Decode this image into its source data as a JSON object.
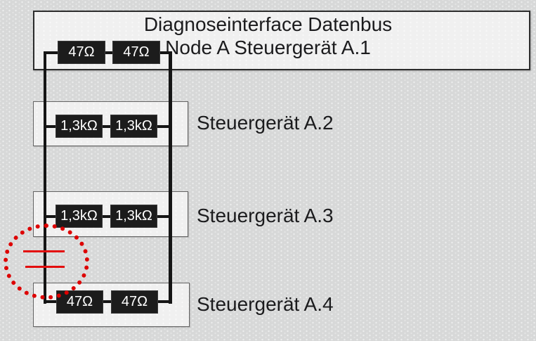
{
  "diagram": {
    "bus_title": "Diagnoseinterface Datenbus",
    "nodes": [
      {
        "name": "Node A Steuergerät A.1",
        "resistors": [
          "47Ω",
          "47Ω"
        ]
      },
      {
        "name": "Steuergerät A.2",
        "resistors": [
          "1,3kΩ",
          "1,3kΩ"
        ]
      },
      {
        "name": "Steuergerät A.3",
        "resistors": [
          "1,3kΩ",
          "1,3kΩ"
        ]
      },
      {
        "name": "Steuergerät A.4",
        "resistors": [
          "47Ω",
          "47Ω"
        ]
      }
    ],
    "fault_marker": {
      "type": "bus-wire-interruption",
      "color": "#dd0000"
    },
    "colors": {
      "background": "#d7d8d8",
      "box_fill": "#f0f0f0",
      "box_border": "#2c2c2c",
      "wire": "#151515",
      "resistor_fill": "#1c1c1c",
      "resistor_text": "#ffffff",
      "fault_red": "#dd0000",
      "text": "#1b1b1d"
    }
  }
}
